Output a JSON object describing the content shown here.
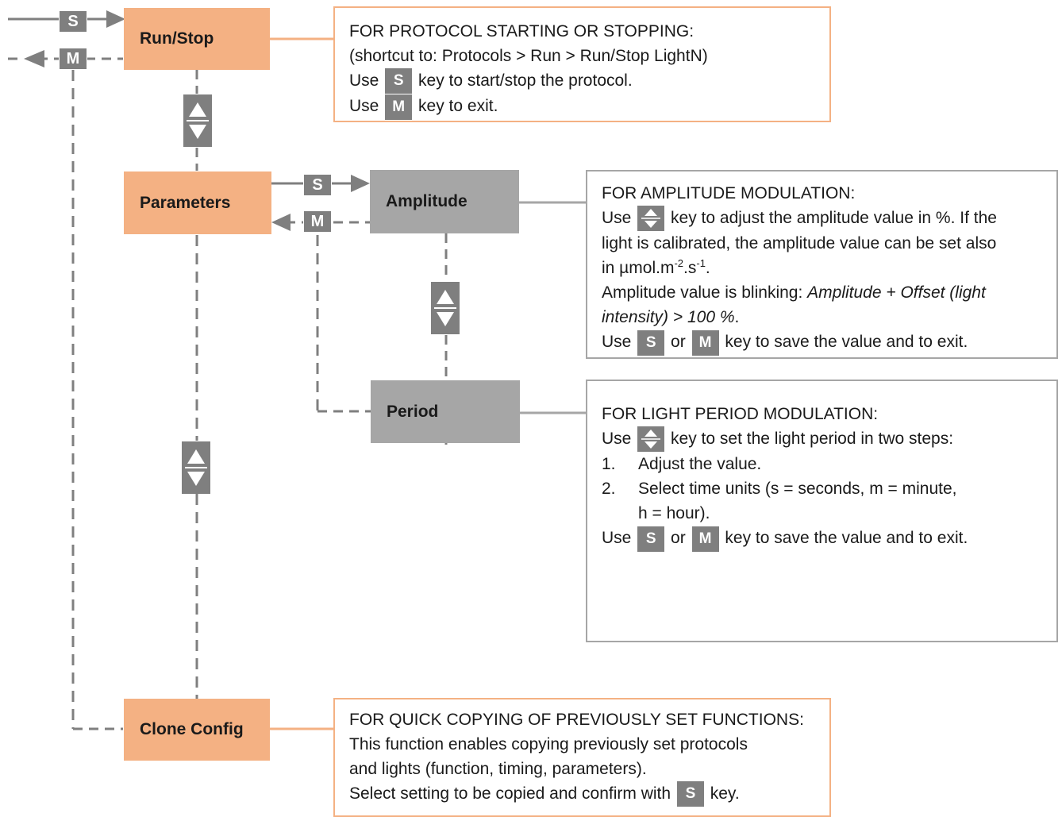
{
  "nodes": {
    "run_stop": "Run/Stop",
    "parameters": "Parameters",
    "amplitude": "Amplitude",
    "period": "Period",
    "clone_config": "Clone Config"
  },
  "keys": {
    "s": "S",
    "m": "M"
  },
  "colors": {
    "node_orange": "#f4b183",
    "node_gray": "#a6a6a6",
    "key_gray": "#7f7f7f",
    "connector": "#7f7f7f"
  },
  "boxes": {
    "run_stop": {
      "line1": "FOR PROTOCOL STARTING OR STOPPING:",
      "line2": "(shortcut to: Protocols > Run > Run/Stop LightN)",
      "line3_pre": "Use",
      "line3_post": "key to start/stop the protocol.",
      "line4_pre": "Use",
      "line4_post": "key to exit."
    },
    "amplitude": {
      "line1": "FOR AMPLITUDE MODULATION:",
      "line2_pre": "Use",
      "line2_post": "key to adjust the amplitude value in %. If the",
      "line3": "light is calibrated, the amplitude value can be set also",
      "line4_a": "in µmol.m",
      "line4_sup1": "-2",
      "line4_b": ".s",
      "line4_sup2": "-1",
      "line4_c": ".",
      "line5_pre": "Amplitude value is blinking: ",
      "line5_italic": "Amplitude + Offset (light",
      "line6_italic": "intensity) > 100 %",
      "line6_post": ".",
      "line7_pre": "Use",
      "line7_or": "or",
      "line7_post": "key to save the value and to exit."
    },
    "period": {
      "line1": "FOR LIGHT PERIOD MODULATION:",
      "line2_pre": "Use",
      "line2_post": "key to set the light period in two steps:",
      "step1_num": "1.",
      "step1_text": "Adjust the value.",
      "step2_num": "2.",
      "step2_text": "Select time units (s = seconds, m = minute,",
      "step2_cont": "h = hour).",
      "line_last_pre": "Use",
      "line_last_or": "or",
      "line_last_post": "key to save the value and to exit."
    },
    "clone": {
      "line1": "FOR QUICK COPYING OF PREVIOUSLY SET FUNCTIONS:",
      "line2": "This function enables copying previously set protocols",
      "line3": "and lights (function, timing, parameters).",
      "line4_pre": "Select setting to be copied and confirm with",
      "line4_post": "key."
    }
  }
}
